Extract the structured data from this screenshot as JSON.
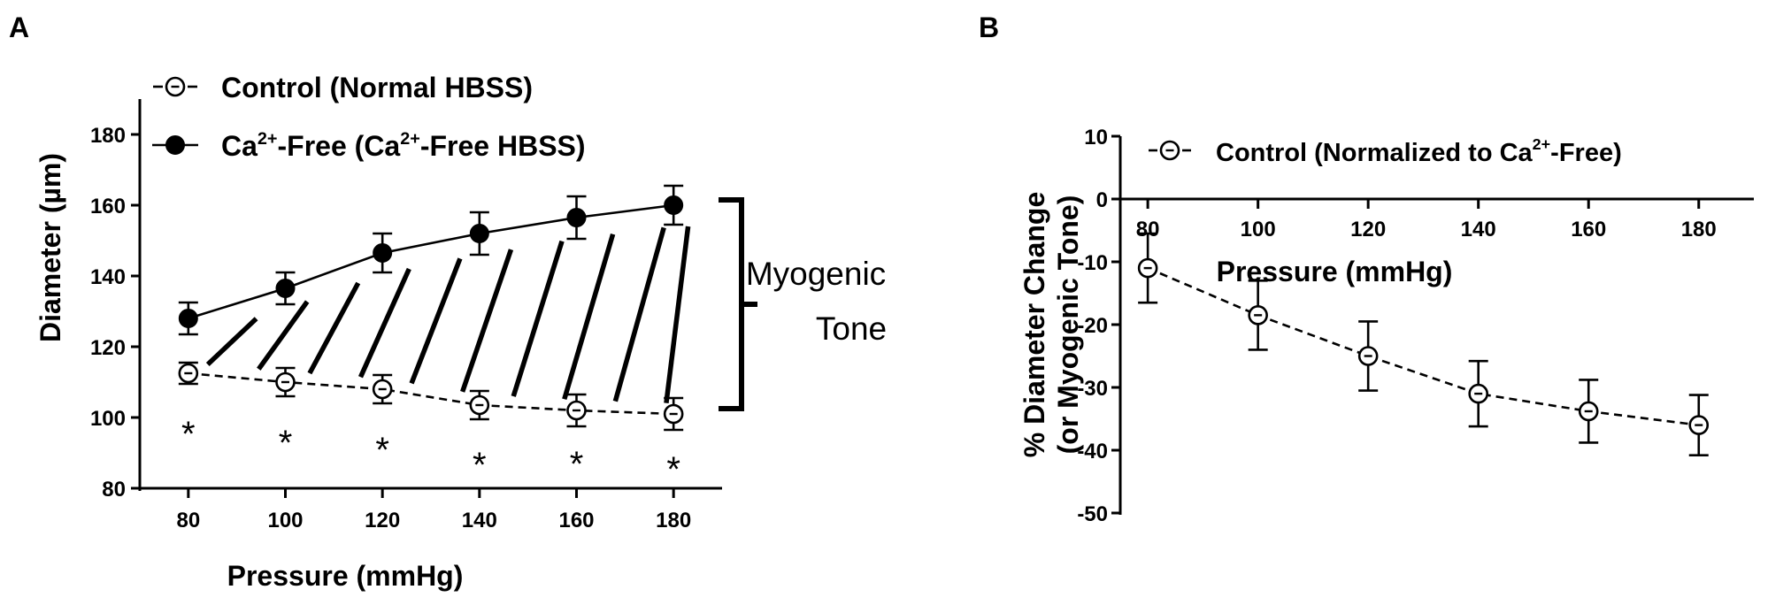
{
  "chart_data": [
    {
      "panel": "A",
      "type": "line",
      "xlabel": "Pressure (mmHg)",
      "ylabel": "Diameter (µm)",
      "x": [
        80,
        100,
        120,
        140,
        160,
        180
      ],
      "xlim": [
        70,
        190
      ],
      "ylim": [
        80,
        190
      ],
      "xticks": [
        "80",
        "100",
        "120",
        "140",
        "160",
        "180"
      ],
      "yticks": [
        "80",
        "100",
        "120",
        "140",
        "160",
        "180"
      ],
      "legend_position": "top-left",
      "series": [
        {
          "name_parts": [
            "Control (Normal HBSS)"
          ],
          "marker": "open-circle-dash",
          "line": "dashed",
          "values": [
            112.5,
            110,
            108,
            103.5,
            102,
            101
          ],
          "errors": [
            3,
            4,
            4,
            4,
            4.5,
            4.5
          ]
        },
        {
          "name_parts": [
            "Ca",
            "2+",
            "-Free (Ca",
            "2+",
            "-Free HBSS)"
          ],
          "marker": "filled-circle",
          "line": "solid",
          "values": [
            128,
            136.5,
            146.5,
            152,
            156.5,
            160
          ],
          "errors": [
            4.5,
            4.5,
            5.5,
            6,
            6,
            5.5
          ]
        }
      ],
      "significance_marks": [
        "*",
        "*",
        "*",
        "*",
        "*",
        "*"
      ],
      "annotation_lines": [
        "Myogenic",
        "Tone"
      ]
    },
    {
      "panel": "B",
      "type": "line",
      "xlabel": "Pressure (mmHg)",
      "ylabel_lines": [
        "% Diameter Change",
        "(or Myogenic Tone)"
      ],
      "x": [
        80,
        100,
        120,
        140,
        160,
        180
      ],
      "xlim": [
        75,
        190
      ],
      "ylim": [
        -50,
        10
      ],
      "xticks": [
        "80",
        "100",
        "120",
        "140",
        "160",
        "180"
      ],
      "yticks": [
        "10",
        "0",
        "-10",
        "-20",
        "-30",
        "-40",
        "-50"
      ],
      "legend_position": "top",
      "series": [
        {
          "name_parts": [
            "Control (Normalized to Ca",
            "2+",
            "-Free)"
          ],
          "marker": "open-circle-dash",
          "line": "dashed",
          "values": [
            -11,
            -18.5,
            -25,
            -31,
            -33.8,
            -36
          ],
          "errors": [
            5.5,
            5.5,
            5.5,
            5.2,
            5,
            4.8
          ]
        }
      ]
    }
  ]
}
